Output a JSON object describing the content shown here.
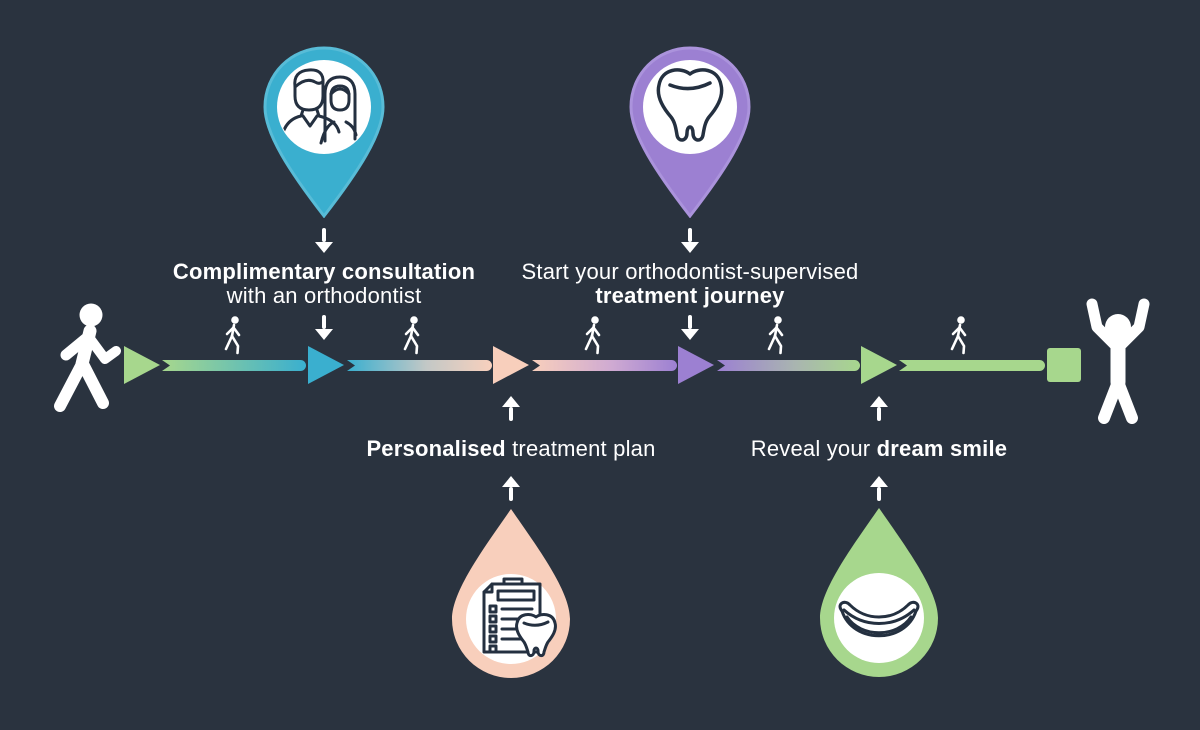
{
  "background_color": "#2a333f",
  "palette": {
    "teal": "#3aafcf",
    "purple": "#9c80d2",
    "peach": "#f8cfbc",
    "green": "#a7d78d",
    "icon_stroke": "#243040",
    "white": "#ffffff"
  },
  "figures": {
    "start": "walking-person",
    "end": "celebrating-person",
    "pedestrian_count": 5
  },
  "milestones": [
    {
      "id": "consultation",
      "position": "top",
      "marker": "teal map pin",
      "icon": "couple-icon",
      "line1": "Complimentary consultation",
      "line2": "with an orthodontist"
    },
    {
      "id": "treatment-start",
      "position": "top",
      "marker": "purple map pin",
      "icon": "tooth-icon",
      "line1": "Start your orthodontist-supervised",
      "line2": "treatment journey"
    },
    {
      "id": "treatment-plan",
      "position": "bottom",
      "marker": "peach teardrop",
      "icon": "treatment-plan-icon",
      "part1": "Personalised",
      "part2": " treatment plan"
    },
    {
      "id": "dream-smile",
      "position": "bottom",
      "marker": "green teardrop",
      "icon": "smile-icon",
      "part1": "Reveal your ",
      "part2": "dream smile"
    }
  ]
}
